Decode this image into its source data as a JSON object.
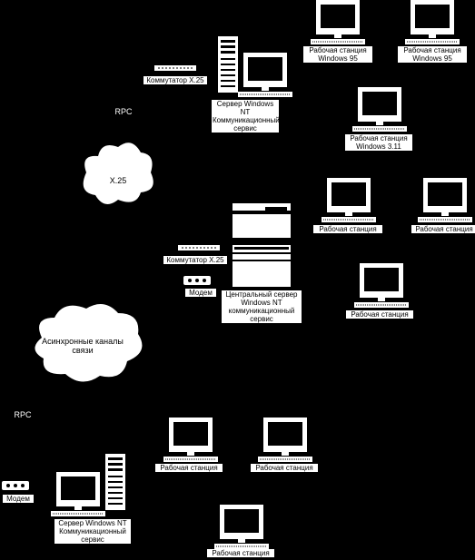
{
  "title": "",
  "labels": {
    "ws_win95_1": "Рабочая станция\nWindows 95",
    "ws_win95_2": "Рабочая станция\nWindows 95",
    "switch_x25_top": "Коммутатор X.25",
    "nt_server_top": "Сервер Windows NT\nКоммуникационный\nсервис",
    "rpc_top": "RPC",
    "ws_win311": "Рабочая станция\nWindows 3.11",
    "cloud_x25": "X.25",
    "ws_mid_left": "Рабочая станция",
    "ws_mid_right": "Рабочая станция",
    "switch_x25_mid": "Коммутатор X.25",
    "modem_mid": "Модем",
    "central_server": "Центральный сервер\nWindows NT\nкоммуникационный\nсервис",
    "ws_mid_lower": "Рабочая станция",
    "cloud_async": "Асинхронные каналы\nсвязи",
    "rpc_bottom": "RPC",
    "ws_bottom_1": "Рабочая станция",
    "ws_bottom_2": "Рабочая станция",
    "modem_bottom": "Модем",
    "nt_server_bottom": "Сервер Windows NT\nКоммуникационный\nсервис",
    "ws_bottom_3": "Рабочая станция"
  },
  "colors": {
    "background": "#000000",
    "foreground": "#ffffff",
    "line": "#ffffff"
  },
  "icons": {
    "workstation": "workstation-icon",
    "server": "server-tower-icon",
    "switch": "switch-icon",
    "modem": "modem-icon",
    "cloud": "cloud-icon"
  }
}
